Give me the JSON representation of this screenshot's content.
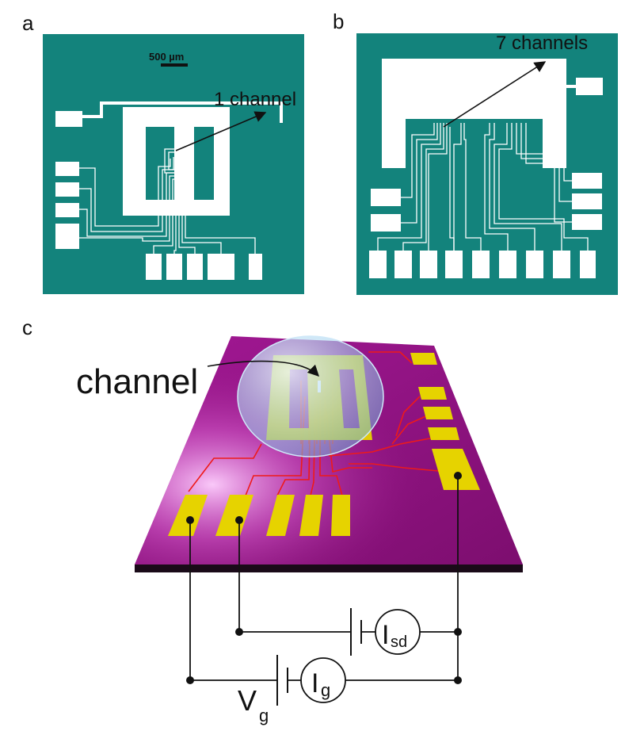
{
  "panels": {
    "a": {
      "letter": "a",
      "scale_bar": "500 µm",
      "channel_label": "1 channel"
    },
    "b": {
      "letter": "b",
      "channel_label": "7 channels"
    },
    "c": {
      "letter": "c",
      "channel_label": "channel",
      "meters": {
        "isd": {
          "main": "I",
          "sub": "sd"
        },
        "ig": {
          "main": "I",
          "sub": "g"
        }
      },
      "source": {
        "main": "V",
        "sub": "g"
      }
    }
  },
  "colors": {
    "teal": "#13837c",
    "contact": "#ffffff",
    "substrate": "#8d137e",
    "pad": "#e6d300",
    "trace": "#ee1a1a",
    "dome": "#b7dcf2",
    "wire": "#111111"
  },
  "icons": {
    "arrow": "arrow-icon",
    "battery": "battery-icon",
    "meter": "ammeter-icon",
    "node": "node-dot-icon"
  }
}
